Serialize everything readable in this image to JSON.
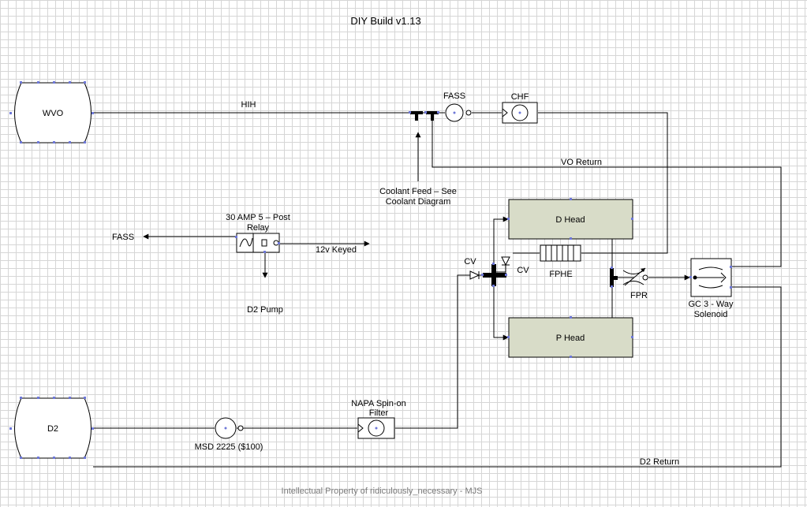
{
  "title": "DIY Build v1.13",
  "footer": "Intellectual Property of ridiculously_necessary - MJS",
  "tanks": {
    "wvo": "WVO",
    "d2": "D2"
  },
  "components": {
    "fass_pump": "FASS",
    "chf": "CHF",
    "d_head": "D Head",
    "p_head": "P Head",
    "fphe": "FPHE",
    "fpr": "FPR",
    "cv_left": "CV",
    "cv_right": "CV",
    "gc_solenoid_line1": "GC 3 - Way",
    "gc_solenoid_line2": "Solenoid",
    "msd": "MSD 2225 ($100)",
    "napa_line1": "NAPA Spin-on",
    "napa_line2": "Filter",
    "relay_line1": "30 AMP 5 – Post",
    "relay_line2": "Relay"
  },
  "lines": {
    "hih": "HIH",
    "vo_return": "VO Return",
    "d2_return": "D2 Return",
    "coolant_line1": "Coolant Feed – See",
    "coolant_line2": "Coolant Diagram",
    "relay_fass": "FASS",
    "relay_12v": "12v Keyed",
    "relay_d2_pump": "D2 Pump"
  },
  "colors": {
    "connector": "#6e78d8",
    "head_fill": "#d8dcc8",
    "wire": "#000000",
    "grid": "#d6d6d6"
  }
}
